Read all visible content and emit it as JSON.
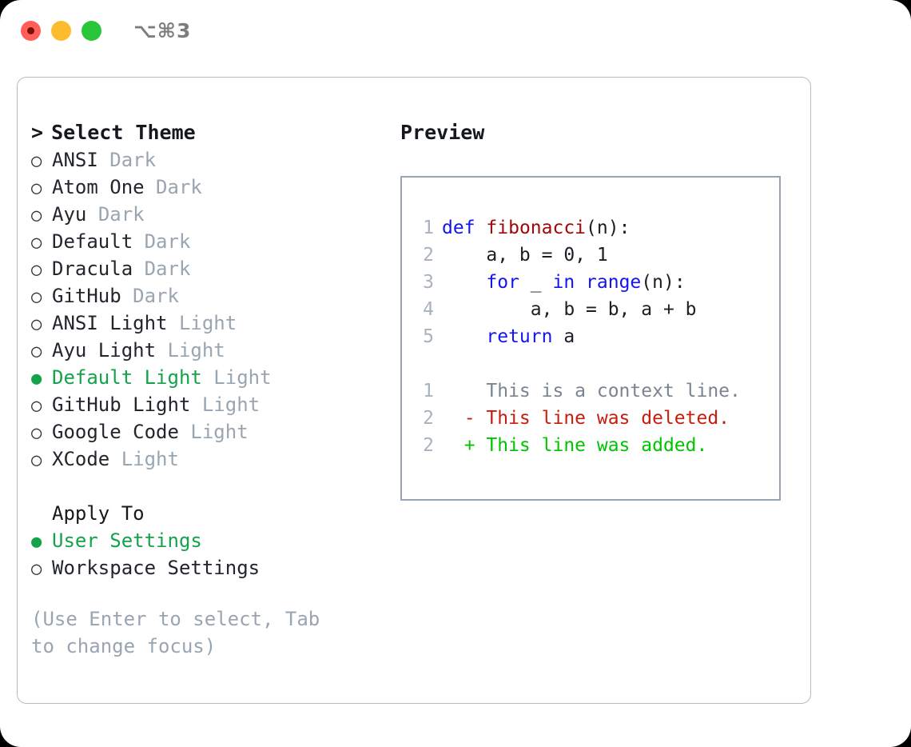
{
  "window": {
    "title": "⌥⌘3",
    "traffic_lights": [
      "close-light",
      "minimize-light",
      "zoom-light"
    ]
  },
  "colors": {
    "selected_green": "#14a34a",
    "muted_gray": "#9aa5b2",
    "keyword_blue": "#1414ee",
    "function_red": "#a00808",
    "diff_deleted": "#c81c0d",
    "diff_added": "#00c400",
    "line_number": "#a9b2bd",
    "panel_border": "#b3bcc8",
    "preview_border": "#98a4b3"
  },
  "theme_list": {
    "caret": ">",
    "heading": "Select Theme",
    "bullet_unselected": "○",
    "bullet_selected": "●",
    "items": [
      {
        "name": "ANSI",
        "variant": "Dark",
        "selected": false
      },
      {
        "name": "Atom One",
        "variant": "Dark",
        "selected": false
      },
      {
        "name": "Ayu",
        "variant": "Dark",
        "selected": false
      },
      {
        "name": "Default",
        "variant": "Dark",
        "selected": false
      },
      {
        "name": "Dracula",
        "variant": "Dark",
        "selected": false
      },
      {
        "name": "GitHub",
        "variant": "Dark",
        "selected": false
      },
      {
        "name": "ANSI Light",
        "variant": "Light",
        "selected": false
      },
      {
        "name": "Ayu Light",
        "variant": "Light",
        "selected": false
      },
      {
        "name": "Default Light",
        "variant": "Light",
        "selected": true
      },
      {
        "name": "GitHub Light",
        "variant": "Light",
        "selected": false
      },
      {
        "name": "Google Code",
        "variant": "Light",
        "selected": false
      },
      {
        "name": "XCode",
        "variant": "Light",
        "selected": false
      }
    ]
  },
  "apply_to": {
    "title": "Apply To",
    "options": [
      {
        "name": "User Settings",
        "selected": true
      },
      {
        "name": "Workspace Settings",
        "selected": false
      }
    ]
  },
  "hint": "(Use Enter to select, Tab to change focus)",
  "preview": {
    "title": "Preview",
    "code_lines": [
      {
        "no": "1",
        "tokens": [
          {
            "t": "def",
            "c": "kw"
          },
          {
            "t": " ",
            "c": "plain"
          },
          {
            "t": "fibonacci",
            "c": "fn"
          },
          {
            "t": "(n):",
            "c": "plain"
          }
        ]
      },
      {
        "no": "2",
        "tokens": [
          {
            "t": "    a, b = 0, 1",
            "c": "plain"
          }
        ]
      },
      {
        "no": "3",
        "tokens": [
          {
            "t": "    ",
            "c": "plain"
          },
          {
            "t": "for",
            "c": "kw"
          },
          {
            "t": " _ ",
            "c": "plain"
          },
          {
            "t": "in",
            "c": "kw"
          },
          {
            "t": " ",
            "c": "plain"
          },
          {
            "t": "range",
            "c": "kw"
          },
          {
            "t": "(n):",
            "c": "plain"
          }
        ]
      },
      {
        "no": "4",
        "tokens": [
          {
            "t": "        a, b = b, a + b",
            "c": "plain"
          }
        ]
      },
      {
        "no": "5",
        "tokens": [
          {
            "t": "    ",
            "c": "plain"
          },
          {
            "t": "return",
            "c": "kw"
          },
          {
            "t": " a",
            "c": "plain"
          }
        ]
      }
    ],
    "diff_lines": [
      {
        "no": "1",
        "marker": " ",
        "text": "This is a context line.",
        "kind": "ctx"
      },
      {
        "no": "2",
        "marker": "-",
        "text": "This line was deleted.",
        "kind": "del"
      },
      {
        "no": "2",
        "marker": "+",
        "text": "This line was added.",
        "kind": "add"
      }
    ]
  }
}
